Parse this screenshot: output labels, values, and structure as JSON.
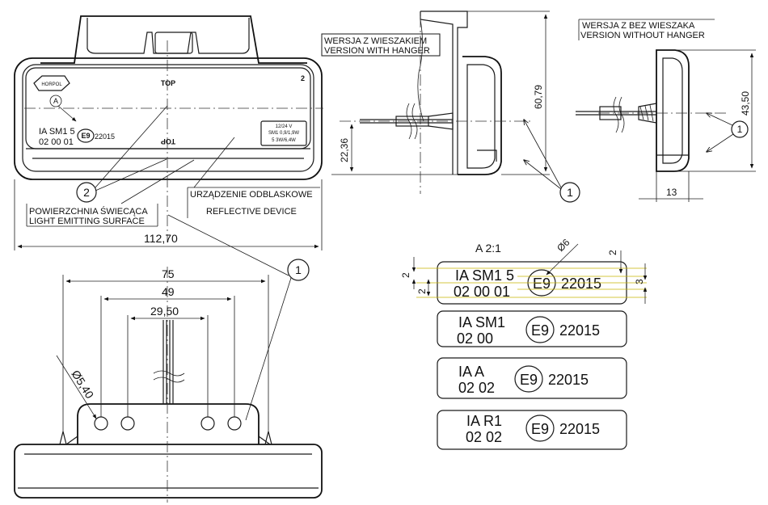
{
  "front_view": {
    "top_label": "TOP",
    "top_label_mirrored": "TOP",
    "number_2": "2",
    "logo": "HORPOL",
    "marker_a": "A",
    "code_line1": "IA SM1 5",
    "code_line2": "02 00 01",
    "e9": "E9",
    "approval": "22015",
    "spec_line1": "12/24 V",
    "spec_line2": "SM1 0,9/1,9W",
    "spec_line3": "5 3W/6,4W",
    "callout_2": "2",
    "les_pl": "POWIERZCHNIA ŚWIECĄCA",
    "les_en": "LIGHT EMITTING SURFACE",
    "reflex_pl": "URZĄDZENIE ODBLASKOWE",
    "reflex_en": "REFLECTIVE DEVICE",
    "width_dim": "112,70"
  },
  "side_hanger": {
    "label_pl": "WERSJA Z WIESZAKIEM",
    "label_en": "VERSION WITH HANGER",
    "dim_height": "60,79",
    "dim_offset": "22,36",
    "callout_1": "1"
  },
  "side_no_hanger": {
    "label_pl": "WERSJA Z BEZ WIESZAKA",
    "label_en": "VERSION WITHOUT HANGER",
    "dim_height": "43,50",
    "dim_depth": "13",
    "callout_1": "1"
  },
  "bottom_view": {
    "dim_75": "75",
    "dim_49": "49",
    "dim_2950": "29,50",
    "dim_hole": "Ø5,40",
    "callout_1": "1"
  },
  "detail": {
    "title": "A 2:1",
    "dia": "Ø6",
    "dim_2a": "2",
    "dim_2b": "2",
    "dim_2c": "2",
    "dim_3": "3",
    "plates": [
      {
        "l1": "IA SM1 5",
        "l2": "02 00 01",
        "e9": "E9",
        "num": "22015"
      },
      {
        "l1": "IA   SM1",
        "l2": "02   00",
        "e9": "E9",
        "num": "22015"
      },
      {
        "l1": "IA   A",
        "l2": "02  02",
        "e9": "E9",
        "num": "22015"
      },
      {
        "l1": "IA   R1",
        "l2": "02  02",
        "e9": "E9",
        "num": "22015"
      }
    ]
  }
}
